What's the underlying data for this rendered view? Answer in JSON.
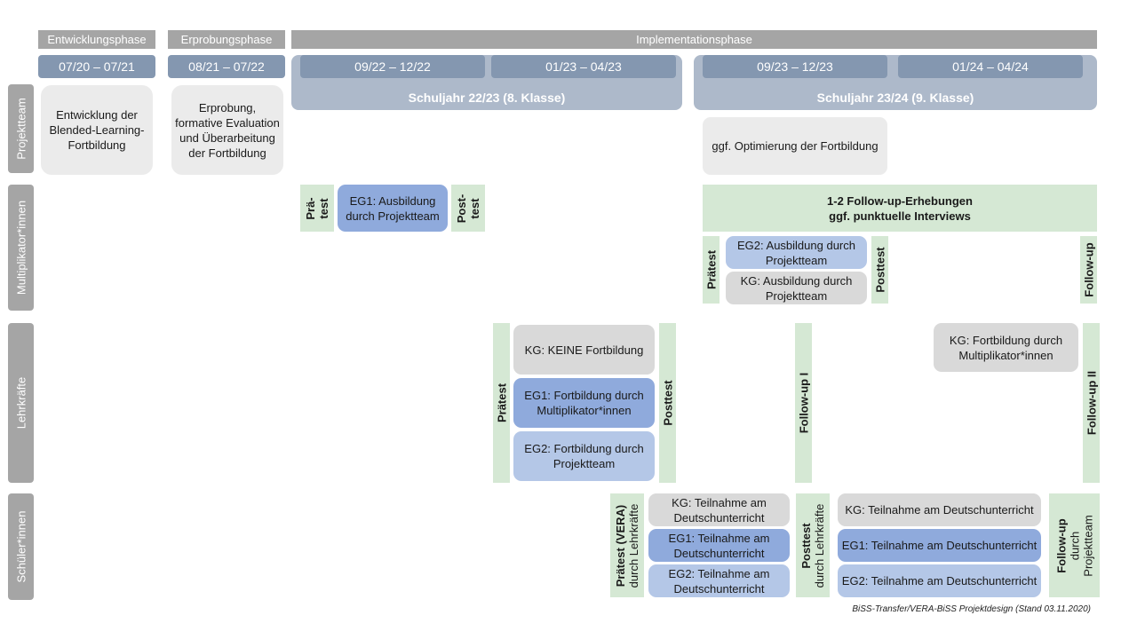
{
  "phases": {
    "entwicklung": "Entwicklungsphase",
    "erprobung": "Erprobungsphase",
    "implementation": "Implementationsphase"
  },
  "periods": {
    "p1": "07/20 – 07/21",
    "p2": "08/21 – 07/22",
    "p3": "09/22 – 12/22",
    "p4": "01/23 – 04/23",
    "p5": "09/23 – 12/23",
    "p6": "01/24 – 04/24"
  },
  "school_years": {
    "sy1": "Schuljahr 22/23 (8. Klasse)",
    "sy2": "Schuljahr 23/24 (9. Klasse)"
  },
  "rows": {
    "projektteam": "Projektteam",
    "multiplikatoren": "Multiplikator*innen",
    "lehrkraefte": "Lehrkräfte",
    "schueler": "Schüler*innen"
  },
  "projektteam": {
    "entwicklung": "Entwicklung der Blended-Learning-Fortbildung",
    "erprobung": "Erprobung, formative Evaluation und Überarbeitung der Fortbildung",
    "optimierung": "ggf. Optimierung der Fortbildung"
  },
  "multiplikatoren": {
    "prae_a": "Prä-",
    "prae_b": "test",
    "eg1": "EG1: Ausbildung durch Projektteam",
    "post_a": "Post-",
    "post_b": "test",
    "followup_line1": "1-2 Follow-up-Erhebungen",
    "followup_line2": "ggf. punktuelle Interviews",
    "praetest": "Prätest",
    "eg2": "EG2: Ausbildung durch Projektteam",
    "kg": "KG: Ausbildung durch Projektteam",
    "posttest": "Posttest",
    "followup": "Follow-up"
  },
  "lehrkraefte": {
    "praetest": "Prätest",
    "kg": "KG: KEINE Fortbildung",
    "eg1": "EG1: Fortbildung durch Multiplikator*innen",
    "eg2": "EG2: Fortbildung durch Projektteam",
    "posttest": "Posttest",
    "followup1": "Follow-up I",
    "kg2": "KG: Fortbildung durch Multiplikator*innen",
    "followup2": "Follow-up II"
  },
  "schueler": {
    "praetest_bold": "Prätest (VERA)",
    "praetest_sub": "durch Lehrkräfte",
    "kg1": "KG: Teilnahme am Deutschunterricht",
    "eg1_1": "EG1: Teilnahme am Deutschunterricht",
    "eg2_1": "EG2: Teilnahme am Deutschunterricht",
    "posttest_bold": "Posttest",
    "posttest_sub": "durch Lehrkräfte",
    "kg2": "KG: Teilnahme am Deutschunterricht",
    "eg1_2": "EG1: Teilnahme am Deutschunterricht",
    "eg2_2": "EG2: Teilnahme am Deutschunterricht",
    "followup_bold": "Follow-up",
    "followup_sub1": "durch",
    "followup_sub2": "Projektteam"
  },
  "caption": "BiSS-Transfer/VERA-BiSS Projektdesign (Stand 03.11.2020)",
  "colors": {
    "phase_gray": "#a5a5a5",
    "period_blue": "#8497b0",
    "school_year_blue": "#adb9ca",
    "box_light_gray": "#ebebeb",
    "box_gray": "#d9d9d9",
    "eg1_blue": "#8faadc",
    "eg2_light_blue": "#b4c7e7",
    "test_green": "#d5e8d4"
  }
}
